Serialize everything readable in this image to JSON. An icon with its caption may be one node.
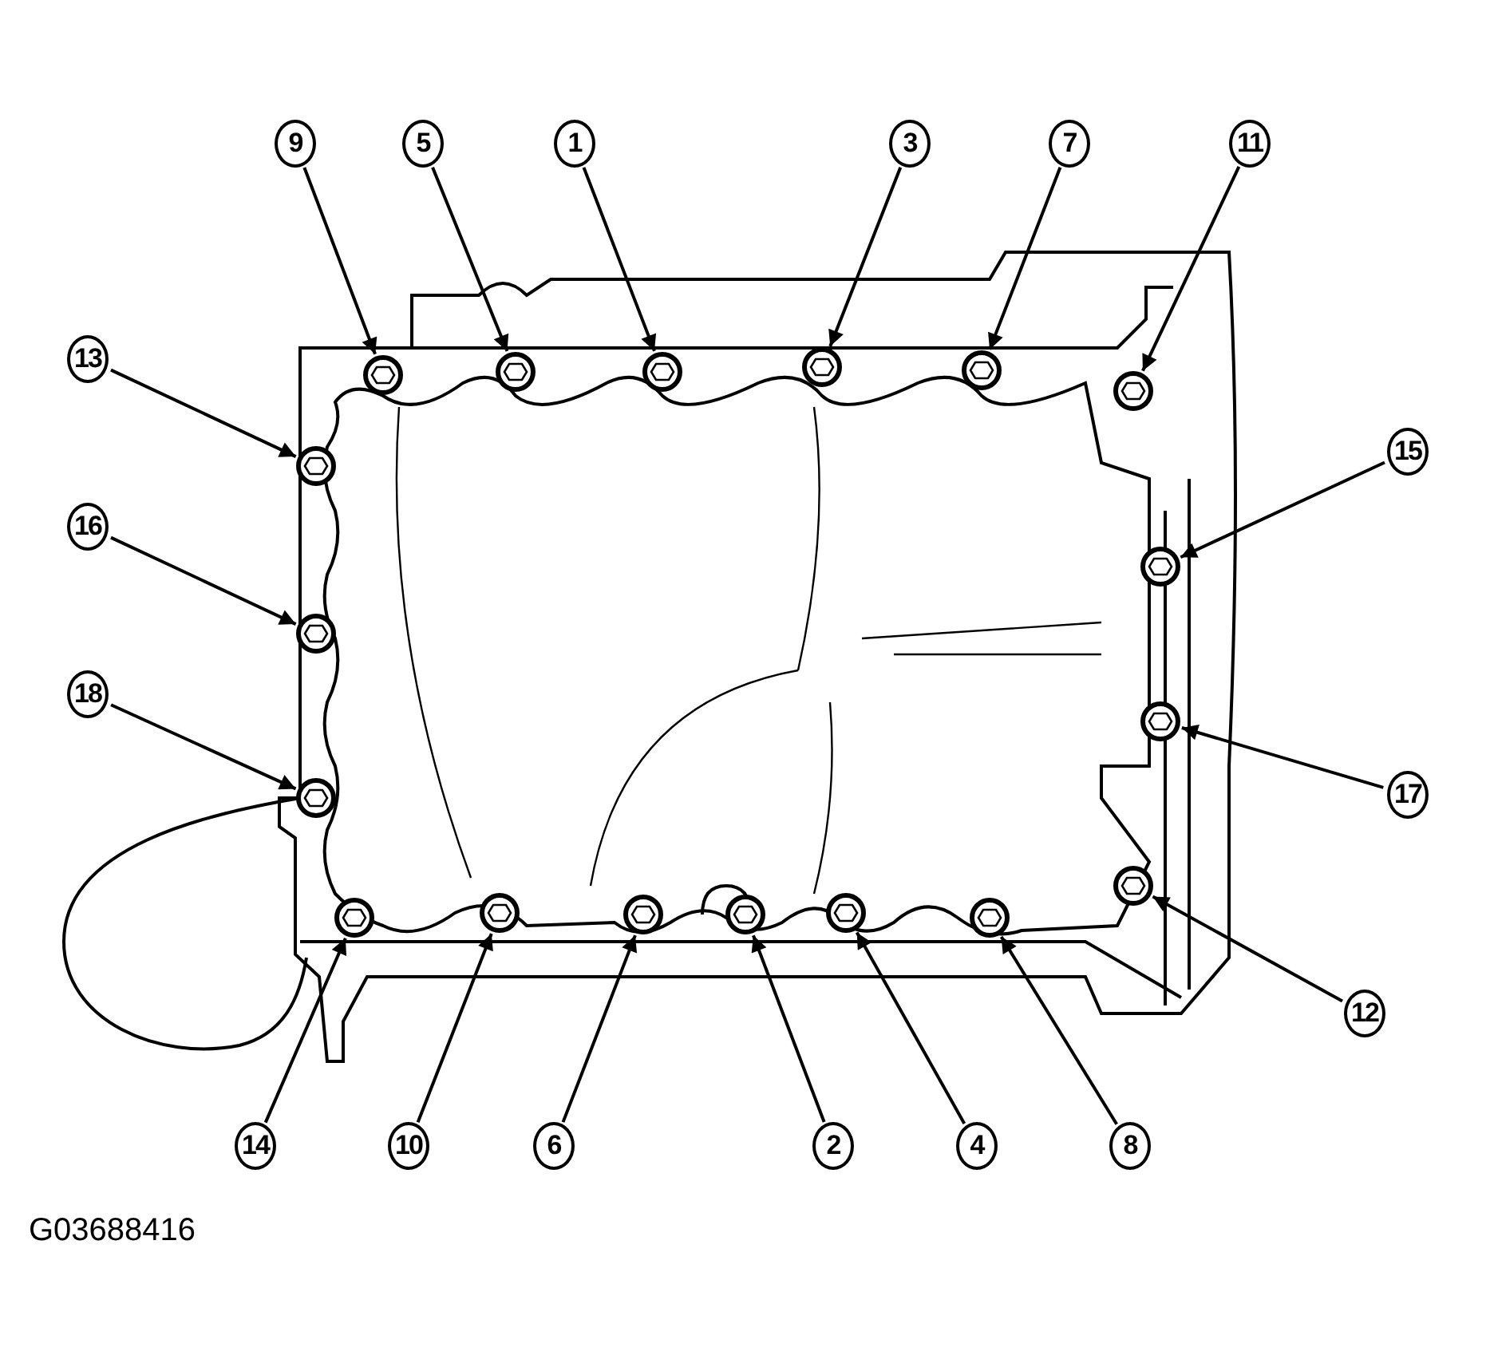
{
  "diagram": {
    "nodes": [
      {
        "text": [
          "9"
        ]
      },
      {
        "text": [
          "5"
        ]
      },
      {
        "text": [
          "1"
        ]
      },
      {
        "text": [
          "3"
        ]
      },
      {
        "text": [
          "7"
        ]
      },
      {
        "text": [
          "11"
        ]
      },
      {
        "text": [
          "13"
        ]
      },
      {
        "text": [
          "15"
        ]
      },
      {
        "text": [
          "16"
        ]
      },
      {
        "text": [
          "18"
        ]
      },
      {
        "text": [
          "17"
        ]
      },
      {
        "text": [
          "12"
        ]
      },
      {
        "text": [
          "14"
        ]
      },
      {
        "text": [
          "10"
        ]
      },
      {
        "text": [
          "6"
        ]
      },
      {
        "text": [
          "2"
        ]
      },
      {
        "text": [
          "4"
        ]
      },
      {
        "text": [
          "8"
        ]
      },
      {
        "text": [],
        "shape": "circle"
      },
      {
        "text": [],
        "shape": "circle"
      },
      {
        "text": [],
        "shape": "circle"
      },
      {
        "text": [],
        "shape": "circle"
      },
      {
        "text": [],
        "shape": "circle"
      },
      {
        "text": [],
        "shape": "circle"
      },
      {
        "text": [],
        "shape": "circle"
      },
      {
        "text": [],
        "shape": "circle"
      },
      {
        "text": [],
        "shape": "circle"
      },
      {
        "text": [],
        "shape": "circle"
      },
      {
        "text": [],
        "shape": "circle"
      },
      {
        "text": [],
        "shape": "circle"
      },
      {
        "text": [],
        "shape": "circle"
      },
      {
        "text": [],
        "shape": "circle"
      },
      {
        "text": [],
        "shape": "circle"
      },
      {
        "text": [],
        "shape": "circle"
      },
      {
        "text": [],
        "shape": "circle"
      },
      {
        "text": [],
        "shape": "circle"
      }
    ],
    "edges": [
      {
        "from": 0,
        "to": 18,
        "arrow": "to"
      },
      {
        "from": 1,
        "to": 19,
        "arrow": "to"
      },
      {
        "from": 2,
        "to": 20,
        "arrow": "to"
      },
      {
        "from": 3,
        "to": 21,
        "arrow": "to"
      },
      {
        "from": 4,
        "to": 22,
        "arrow": "to"
      },
      {
        "from": 5,
        "to": 23,
        "arrow": "to"
      },
      {
        "from": 6,
        "to": 24,
        "arrow": "to"
      },
      {
        "from": 7,
        "to": 25,
        "arrow": "to"
      },
      {
        "from": 8,
        "to": 26,
        "arrow": "to"
      },
      {
        "from": 9,
        "to": 27,
        "arrow": "to"
      },
      {
        "from": 10,
        "to": 28,
        "arrow": "to"
      },
      {
        "from": 11,
        "to": 29,
        "arrow": "to"
      },
      {
        "from": 12,
        "to": 30,
        "arrow": "to"
      },
      {
        "from": 13,
        "to": 31,
        "arrow": "to"
      },
      {
        "from": 14,
        "to": 32,
        "arrow": "to"
      },
      {
        "from": 15,
        "to": 33,
        "arrow": "to"
      },
      {
        "from": 16,
        "to": 34,
        "arrow": "to"
      },
      {
        "from": 17,
        "to": 35,
        "arrow": "to"
      }
    ],
    "labels": [
      "G03688416"
    ]
  }
}
